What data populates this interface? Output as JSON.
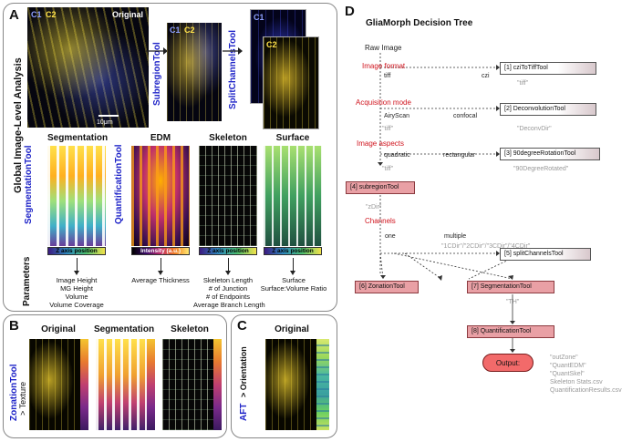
{
  "panel_a": {
    "letter": "A",
    "side_title": "Global Image-Level Analysis",
    "original_label": "Original",
    "channels_label_1": "C1",
    "channels_label_2": "C2",
    "subregion_tool": "SubregionTool",
    "split_tool": "SplitChannelsTool",
    "scale_bar": "10μm",
    "segmentation_tool": "SegmentationTool",
    "quantification_tool": "QuantificationTool",
    "segmentation_title": "Segmentation",
    "edm_title": "EDM",
    "skeleton_title": "Skeleton",
    "surface_title": "Surface",
    "zaxis_1": "Z axis position",
    "intensity": "Intensity (a.u.)",
    "zaxis_2": "Z axis position",
    "zaxis_3": "Z axis position",
    "parameters": "Parameters",
    "param_seg": [
      "Image Height",
      "MG Height",
      "Volume",
      "Volume Coverage"
    ],
    "param_edm": [
      "Average Thickness"
    ],
    "param_skel": [
      "Skeleton Length",
      "# of Junction",
      "# of Endpoints",
      "Average Branch Length"
    ],
    "param_surf": [
      "Surface",
      "Surface:Volume Ratio"
    ]
  },
  "panel_b": {
    "letter": "B",
    "side_tool": "ZonationTool",
    "side_sub": "> Texture",
    "original": "Original",
    "segmentation": "Segmentation",
    "skeleton": "Skeleton"
  },
  "panel_c": {
    "letter": "C",
    "side_tool": "AFT",
    "side_sub": "> Orientation",
    "original": "Original"
  },
  "panel_d": {
    "letter": "D",
    "title": "GliaMorph Decision Tree",
    "raw_image": "Raw Image",
    "decisions": {
      "image_format": "Image format",
      "acquisition": "Acquisition mode",
      "aspects": "Image aspects",
      "channels": "Channels"
    },
    "branches": {
      "tiff": "tiff",
      "czi": "czi",
      "airyscan": "AiryScan",
      "confocal": "confocal",
      "quadratic": "quadratic",
      "rectangular": "rectangular",
      "one": "one",
      "multiple": "multiple"
    },
    "outputs": {
      "tiff1": "\"tiff\"",
      "deconv": "\"DeconvDir\"",
      "tiff2": "\"tiff\"",
      "tiff3": "\"tiff\"",
      "rotated": "\"90DegreeRotated\"",
      "zdir": "\"zDir\"",
      "cdirs": "\"1CDir\"/\"2CDir\"/\"3CDir\"/\"4CDir\"",
      "th": "\"TH\""
    },
    "tools": {
      "t1": "[1] cziToTiffTool",
      "t2": "[2] DeconvolutionTool",
      "t3": "[3] 90degreeRotationTool",
      "t4": "[4] subregionTool",
      "t5": "[5] splitChannelsTool",
      "t6": "[6] ZonationTool",
      "t7": "[7] SegmentationTool",
      "t8": "[8] QuantificationTool"
    },
    "output_label": "Output:",
    "final_outputs": [
      "\"outZone\"",
      "\"QuantEDM\"",
      "\"QuantSkel\"",
      "Skeleton Stats.csv",
      "QuantificationResults.csv"
    ]
  },
  "colors": {
    "tool_blue": "#1f24c8",
    "decision_red": "#d0141e",
    "pink_box": "#e9a0a5",
    "output_red": "#f26a6a"
  }
}
